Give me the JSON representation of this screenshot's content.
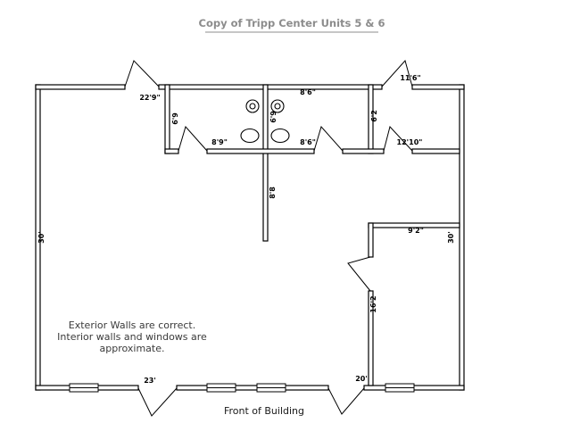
{
  "page": {
    "title": "Copy of Tripp Center Units 5 & 6",
    "footer_label": "Front of Building"
  },
  "colors": {
    "background": "#ffffff",
    "wall_stroke": "#000000",
    "title_gray": "#8c8c8c",
    "note_text": "#3a3a3a"
  },
  "notes": {
    "line1": "Exterior Walls are correct.",
    "line2": "Interior walls and windows are",
    "line3": "approximate."
  },
  "dimensions": {
    "top_left_width": "22'9\"",
    "bath_right_top_width": "8'6\"",
    "entry_top_right": "11'6\"",
    "bath_left_width": "8'9\"",
    "bath_right_width": "8'6\"",
    "room_top_right_width": "12'10\"",
    "bath_left_depth": "6'9",
    "bath_right_depth": "6'9",
    "room_top_right_depth": "6'2",
    "center_wall_length": "8'8",
    "left_wall_height": "30'",
    "right_wall_height": "30'",
    "room_right_width": "9'2\"",
    "room_right_depth": "16'2",
    "front_left_width": "23'",
    "front_right_width": "20'"
  }
}
